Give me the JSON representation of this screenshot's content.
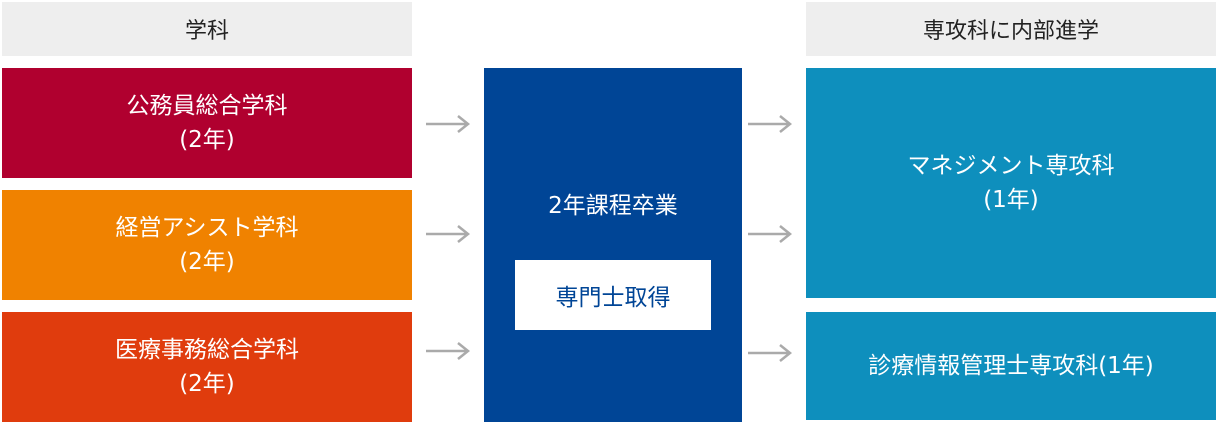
{
  "headers": {
    "left": "学科",
    "right": "専攻科に内部進学"
  },
  "departments": [
    {
      "name": "公務員総合学科",
      "years": "(2年)",
      "color": "#b0002f"
    },
    {
      "name": "経営アシスト学科",
      "years": "(2年)",
      "color": "#f08200"
    },
    {
      "name": "医療事務総合学科",
      "years": "(2年)",
      "color": "#e03c0d"
    }
  ],
  "center": {
    "title": "2年課程卒業",
    "certificate": "専門士取得",
    "color": "#004596"
  },
  "advanced": [
    {
      "name": "マネジメント専攻科",
      "years": "(1年)",
      "color": "#0e8fbd"
    },
    {
      "name": "診療情報管理士専攻科(1年)",
      "color": "#0e8fbd"
    }
  ],
  "arrow_icon": "arrow-right-icon",
  "arrow_color": "#aaaaaa"
}
